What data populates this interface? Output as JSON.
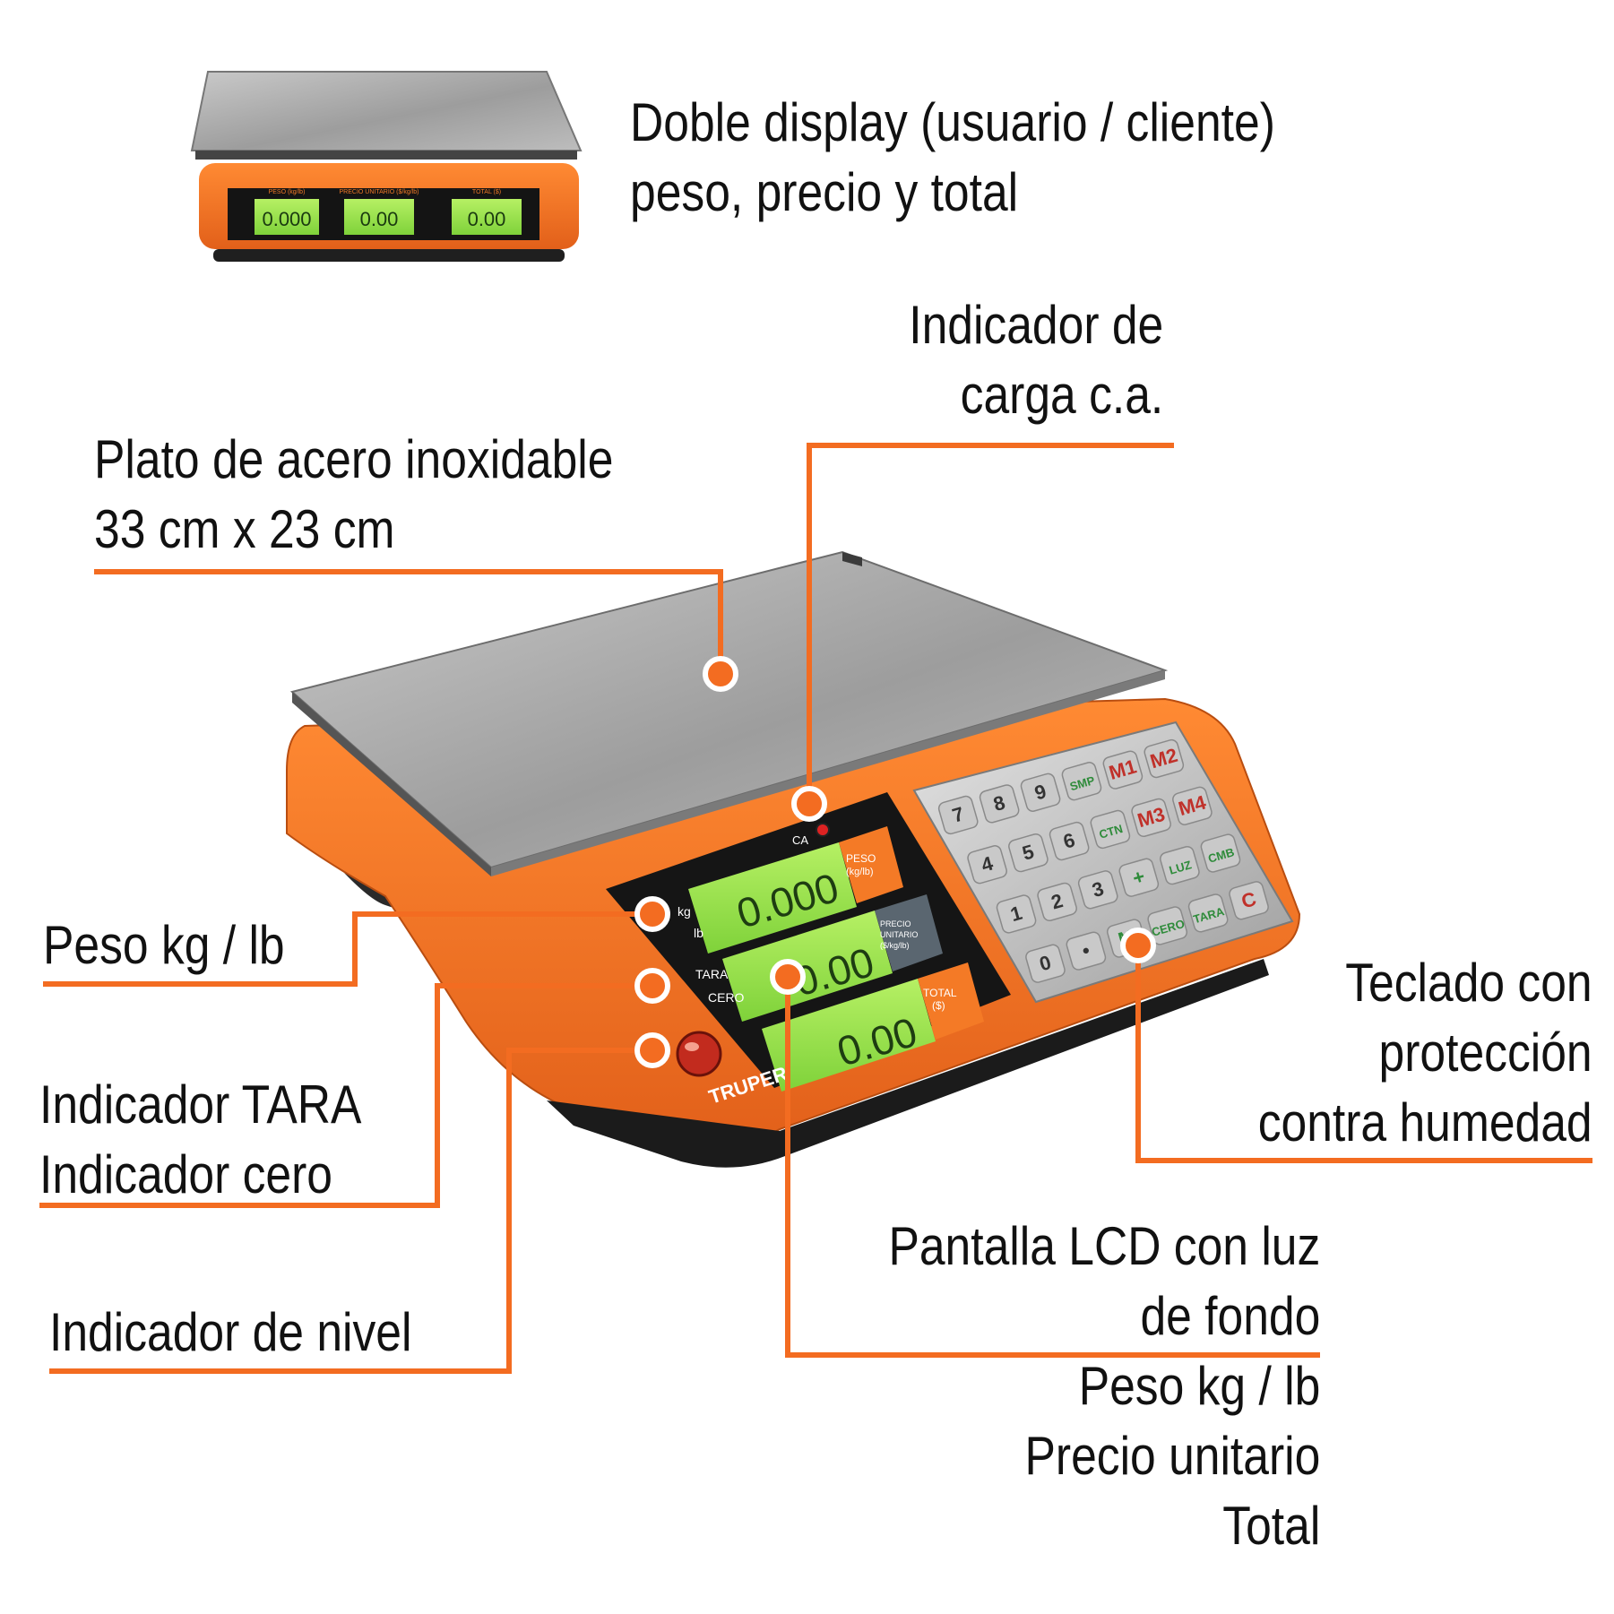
{
  "callouts": {
    "doble_display": [
      "Doble display (usuario / cliente)",
      "peso, precio y total"
    ],
    "indicador_carga": [
      "Indicador de",
      "carga c.a."
    ],
    "plato": [
      "Plato de acero inoxidable",
      "33 cm x 23 cm"
    ],
    "peso_kg_lb": [
      "Peso kg / lb"
    ],
    "teclado": [
      "Teclado con",
      "protección",
      "contra humedad"
    ],
    "indicador_tara_cero": [
      "Indicador TARA",
      "Indicador cero"
    ],
    "indicador_nivel": [
      "Indicador de nivel"
    ],
    "pantalla_lcd": [
      "Pantalla LCD con luz",
      "de fondo",
      "Peso kg / lb",
      "Precio unitario",
      "Total"
    ]
  },
  "small_scale": {
    "headers": [
      "PESO (kg/lb)",
      "PRECIO UNITARIO ($/kg/lb)",
      "TOTAL ($)"
    ],
    "readouts": [
      "0.000",
      "0.00",
      "0.00"
    ]
  },
  "scale": {
    "ca_label": "CA",
    "brand": "TRUPER",
    "panel_labels": {
      "kg": "kg",
      "lb": "lb",
      "tara": "TARA",
      "cero": "CERO",
      "peso": "PESO",
      "peso_unit": "(kg/lb)",
      "precio": "PRECIO",
      "unitario": "UNITARIO",
      "precio_unit": "($/kg/lb)",
      "total": "TOTAL",
      "total_unit": "($)"
    },
    "readouts": {
      "peso": "0.000",
      "precio": "0.00",
      "total": "0.00"
    },
    "keypad": [
      [
        "7",
        "8",
        "9",
        "SMP",
        "M1",
        "M2"
      ],
      [
        "4",
        "5",
        "6",
        "CTN",
        "M3",
        "M4"
      ],
      [
        "1",
        "2",
        "3",
        "+",
        "LUZ",
        "CMB"
      ],
      [
        "0",
        "•",
        "M",
        "CERO",
        "TARA",
        "C"
      ]
    ]
  },
  "colors": {
    "accent": "#F36C21",
    "body_orange": "#F47A26",
    "lcd_green": "#9BE34A",
    "panel_black": "#151515",
    "plate_gray": "#A8A8A8",
    "key_gray": "#C9C9C9",
    "key_red": "#C0312A",
    "key_green": "#2E8B3A"
  }
}
